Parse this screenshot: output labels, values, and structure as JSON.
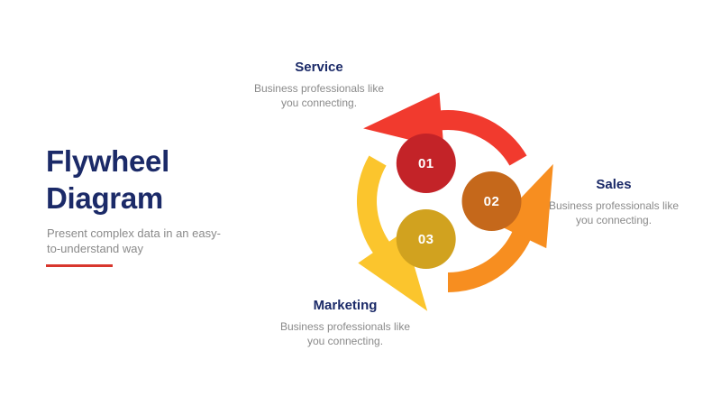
{
  "header": {
    "title": "Flywheel Diagram",
    "subtitle": "Present complex data in an easy-to-understand way"
  },
  "diagram": {
    "type": "flywheel-cycle",
    "rotation": "counterclockwise",
    "steps": [
      {
        "number": "01",
        "label": "Service",
        "description": "Business professionals like you connecting.",
        "arrow_color": "#f13a2e",
        "circle_color": "#c32328"
      },
      {
        "number": "02",
        "label": "Sales",
        "description": "Business professionals like you connecting.",
        "arrow_color": "#f78e20",
        "circle_color": "#c5681b"
      },
      {
        "number": "03",
        "label": "Marketing",
        "description": "Business professionals like you connecting.",
        "arrow_color": "#fbc52d",
        "circle_color": "#d1a21f"
      }
    ]
  },
  "colors": {
    "navy": "#1b2a68",
    "text_gray": "#8a8a8a",
    "accent_line": "#d8362d"
  }
}
